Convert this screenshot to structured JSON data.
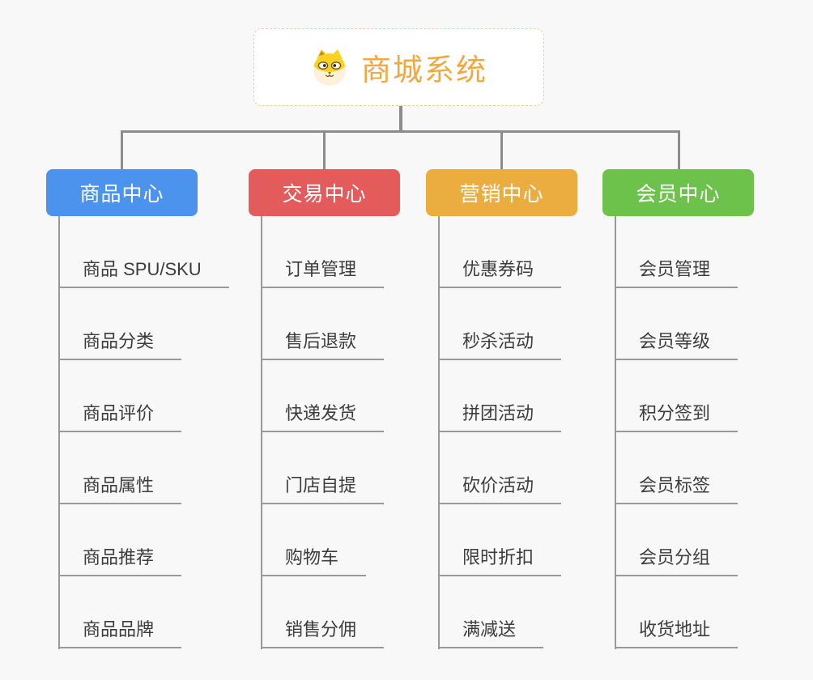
{
  "root": {
    "title": "商城系统",
    "icon": "shiba-dog-icon"
  },
  "colors": {
    "background": "#F8F8F8",
    "connector_line": "#8C8C8C",
    "leaf_underline": "#999999",
    "root_border": "#F3CE8F",
    "root_text": "#F2A841",
    "leaf_text": "#3C3C3C",
    "branch_text": "#FFFFFF"
  },
  "branches": [
    {
      "title": "商品中心",
      "color": "#4B93EC",
      "items": [
        "商品 SPU/SKU",
        "商品分类",
        "商品评价",
        "商品属性",
        "商品推荐",
        "商品品牌"
      ]
    },
    {
      "title": "交易中心",
      "color": "#E45B5B",
      "items": [
        "订单管理",
        "售后退款",
        "快递发货",
        "门店自提",
        "购物车",
        "销售分佣"
      ]
    },
    {
      "title": "营销中心",
      "color": "#EBAC40",
      "items": [
        "优惠券码",
        "秒杀活动",
        "拼团活动",
        "砍价活动",
        "限时折扣",
        "满减送"
      ]
    },
    {
      "title": "会员中心",
      "color": "#6CC24A",
      "items": [
        "会员管理",
        "会员等级",
        "积分签到",
        "会员标签",
        "会员分组",
        "收货地址"
      ]
    }
  ]
}
